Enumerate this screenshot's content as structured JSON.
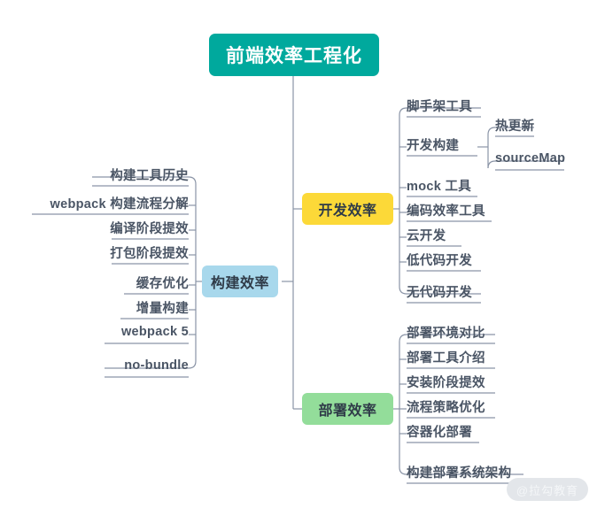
{
  "diagram": {
    "type": "mind-map",
    "title": "前端效率工程化",
    "watermark": "@拉勾教育",
    "colors": {
      "root": "#00a99d",
      "dev_branch": "#fcd938",
      "build_branch": "#a8d8ec",
      "deploy_branch": "#93dd9a",
      "connector": "#8a94a6",
      "leaf_text": "#4a5565",
      "background": "#ffffff"
    },
    "root": {
      "label": "前端效率工程化"
    },
    "branches": [
      {
        "id": "dev",
        "label": "开发效率",
        "side": "right",
        "children": [
          {
            "label": "脚手架工具"
          },
          {
            "label": "开发构建",
            "children": [
              {
                "label": "热更新"
              },
              {
                "label": "sourceMap"
              }
            ]
          },
          {
            "label": "mock 工具"
          },
          {
            "label": "编码效率工具"
          },
          {
            "label": "云开发"
          },
          {
            "label": "低代码开发"
          },
          {
            "label": "无代码开发"
          }
        ]
      },
      {
        "id": "build",
        "label": "构建效率",
        "side": "left",
        "children": [
          {
            "label": "构建工具历史"
          },
          {
            "label": "webpack 构建流程分解"
          },
          {
            "label": "编译阶段提效"
          },
          {
            "label": "打包阶段提效"
          },
          {
            "label": "缓存优化"
          },
          {
            "label": "增量构建"
          },
          {
            "label": "webpack 5"
          },
          {
            "label": "no-bundle"
          }
        ]
      },
      {
        "id": "deploy",
        "label": "部署效率",
        "side": "right",
        "children": [
          {
            "label": "部署环境对比"
          },
          {
            "label": "部署工具介绍"
          },
          {
            "label": "安装阶段提效"
          },
          {
            "label": "流程策略优化"
          },
          {
            "label": "容器化部署"
          },
          {
            "label": "构建部署系统架构"
          }
        ]
      }
    ]
  }
}
